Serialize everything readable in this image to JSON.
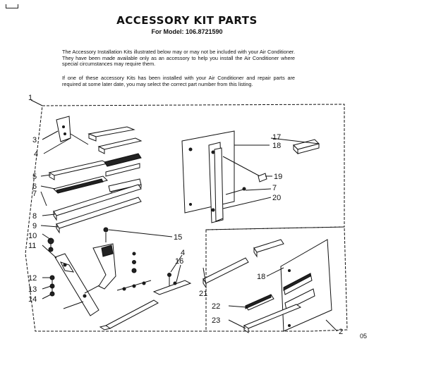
{
  "title": "ACCESSORY KIT PARTS",
  "model_line": "For Model: 106.8721590",
  "paragraphs": [
    "The Accessory Installation Kits illustrated below may or may not be included with your Air Conditioner. They have been made available only as an accessory to help you install the Air Conditioner where special circumstances may require them.",
    "If one of these accessory Kits has been installed with your Air Conditioner and repair parts are required at some later date, you may select the correct part number from this listing."
  ],
  "callouts": {
    "c1": "1",
    "c2": "2",
    "c3": "3",
    "c4a": "4",
    "c4b": "4",
    "c5": "5",
    "c6": "6",
    "c7a": "7",
    "c7b": "7",
    "c8": "8",
    "c9": "9",
    "c10": "10",
    "c11": "11",
    "c12": "12",
    "c13": "13",
    "c14": "14",
    "c15": "15",
    "c16": "16",
    "c17": "17",
    "c18a": "18",
    "c18b": "18",
    "c19": "19",
    "c20": "20",
    "c21": "21",
    "c22": "22",
    "c23": "23"
  },
  "page_code": "05"
}
